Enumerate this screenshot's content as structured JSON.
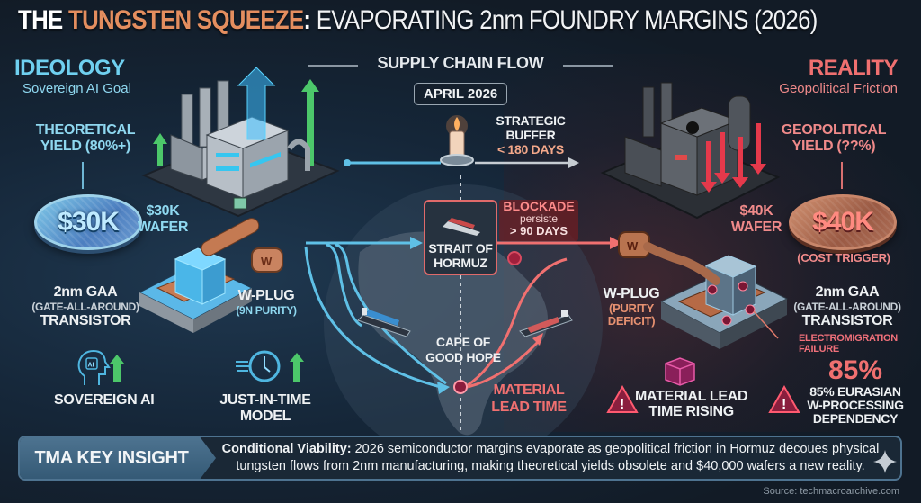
{
  "title": {
    "prefix": "THE ",
    "highlight": "TUNGSTEN SQUEEZE",
    "colon": ":",
    "rest": " EVAPORATING 2nm FOUNDRY MARGINS (2026)"
  },
  "left": {
    "heading": "IDEOLOGY",
    "subheading": "Sovereign AI Goal",
    "yield_label_1": "THEORETICAL",
    "yield_label_2": "YIELD (80%+)",
    "wafer_value": "$30K",
    "wafer_label_1": "$30K",
    "wafer_label_2": "WAFER",
    "transistor_1": "2nm GAA",
    "transistor_2": "(GATE-ALL-AROUND)",
    "transistor_3": "TRANSISTOR",
    "plug_1": "W-PLUG",
    "plug_2": "(9N PURITY)",
    "plug_letter": "W",
    "icon_ai_text": "AI",
    "sovereign_ai": "SOVEREIGN AI",
    "jit_1": "JUST-IN-TIME",
    "jit_2": "MODEL"
  },
  "center": {
    "heading": "SUPPLY CHAIN FLOW",
    "date": "APRIL 2026",
    "buffer_1": "STRATEGIC",
    "buffer_2": "BUFFER",
    "buffer_3": "< 180 DAYS",
    "hormuz_1": "STRAIT OF",
    "hormuz_2": "HORMUZ",
    "blockade_1": "BLOCKADE",
    "blockade_2": "persiste",
    "blockade_3": "> 90 DAYS",
    "cape_1": "CAPE OF",
    "cape_2": "GOOD HOPE",
    "lead_1": "MATERIAL",
    "lead_2": "LEAD TIME"
  },
  "right": {
    "heading": "REALITY",
    "subheading": "Geopolitical Friction",
    "yield_label_1": "GEOPOLITICAL",
    "yield_label_2": "YIELD (??%)",
    "wafer_value": "$40K",
    "wafer_label_1": "$40K",
    "wafer_label_2": "WAFER",
    "cost_trigger": "(COST TRIGGER)",
    "plug_1": "W-PLUG",
    "plug_2": "(PURITY",
    "plug_3": "DEFICIT)",
    "plug_letter": "W",
    "transistor_1": "2nm GAA",
    "transistor_2": "(GATE-ALL-AROUND)",
    "transistor_3": "TRANSISTOR",
    "electro_1": "ELECTROMIGRATION",
    "electro_2": "FAILURE",
    "lead_rising_1": "MATERIAL LEAD",
    "lead_rising_2": "TIME RISING",
    "dependency_pct": "85%",
    "dependency_1": "85% EURASIAN",
    "dependency_2": "W-PROCESSING",
    "dependency_3": "DEPENDENCY"
  },
  "insight": {
    "tag": "TMA KEY INSIGHT",
    "lead": "Conditional Viability:",
    "body": " 2026 semiconductor margins evaporate as geopolitical friction in Hormuz decoues physical tungsten flows from 2nm manufacturing, making theoretical yields obsolete and $40,000 wafers a new reality."
  },
  "source": "Source: techmacroarchive.com",
  "colors": {
    "ideology": "#6fd0f0",
    "reality": "#f07070",
    "accent_copper": "#e48e5f",
    "background": "#152638",
    "growth_green": "#4cc76a"
  }
}
